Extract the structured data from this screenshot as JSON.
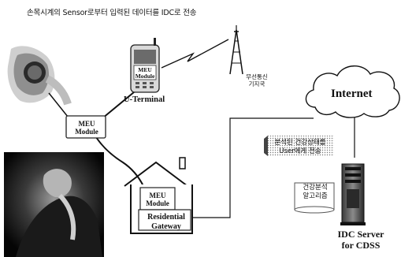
{
  "title": "손목시계의 Sensor로부터 입력된 데이터를 IDC로 전송",
  "meu_module_wrist": {
    "line1": "MEU",
    "line2": "Module"
  },
  "meu_module_phone": {
    "line1": "MEU",
    "line2": "Module"
  },
  "u_terminal_label": "U-Terminal",
  "base_station_label": {
    "line1": "무선통신",
    "line2": "기지국"
  },
  "internet_label": "Internet",
  "send_to_user": {
    "line1": "분석된 건강상태를",
    "line2": "User에게 전송"
  },
  "health_algorithm": {
    "line1": "건강분석",
    "line2": "알고리즘"
  },
  "meu_module_house": {
    "line1": "MEU",
    "line2": "Module"
  },
  "residential_gateway": {
    "line1": "Residential",
    "line2": "Gateway"
  },
  "idc_server": {
    "line1": "IDC Server",
    "line2": "for CDSS"
  }
}
